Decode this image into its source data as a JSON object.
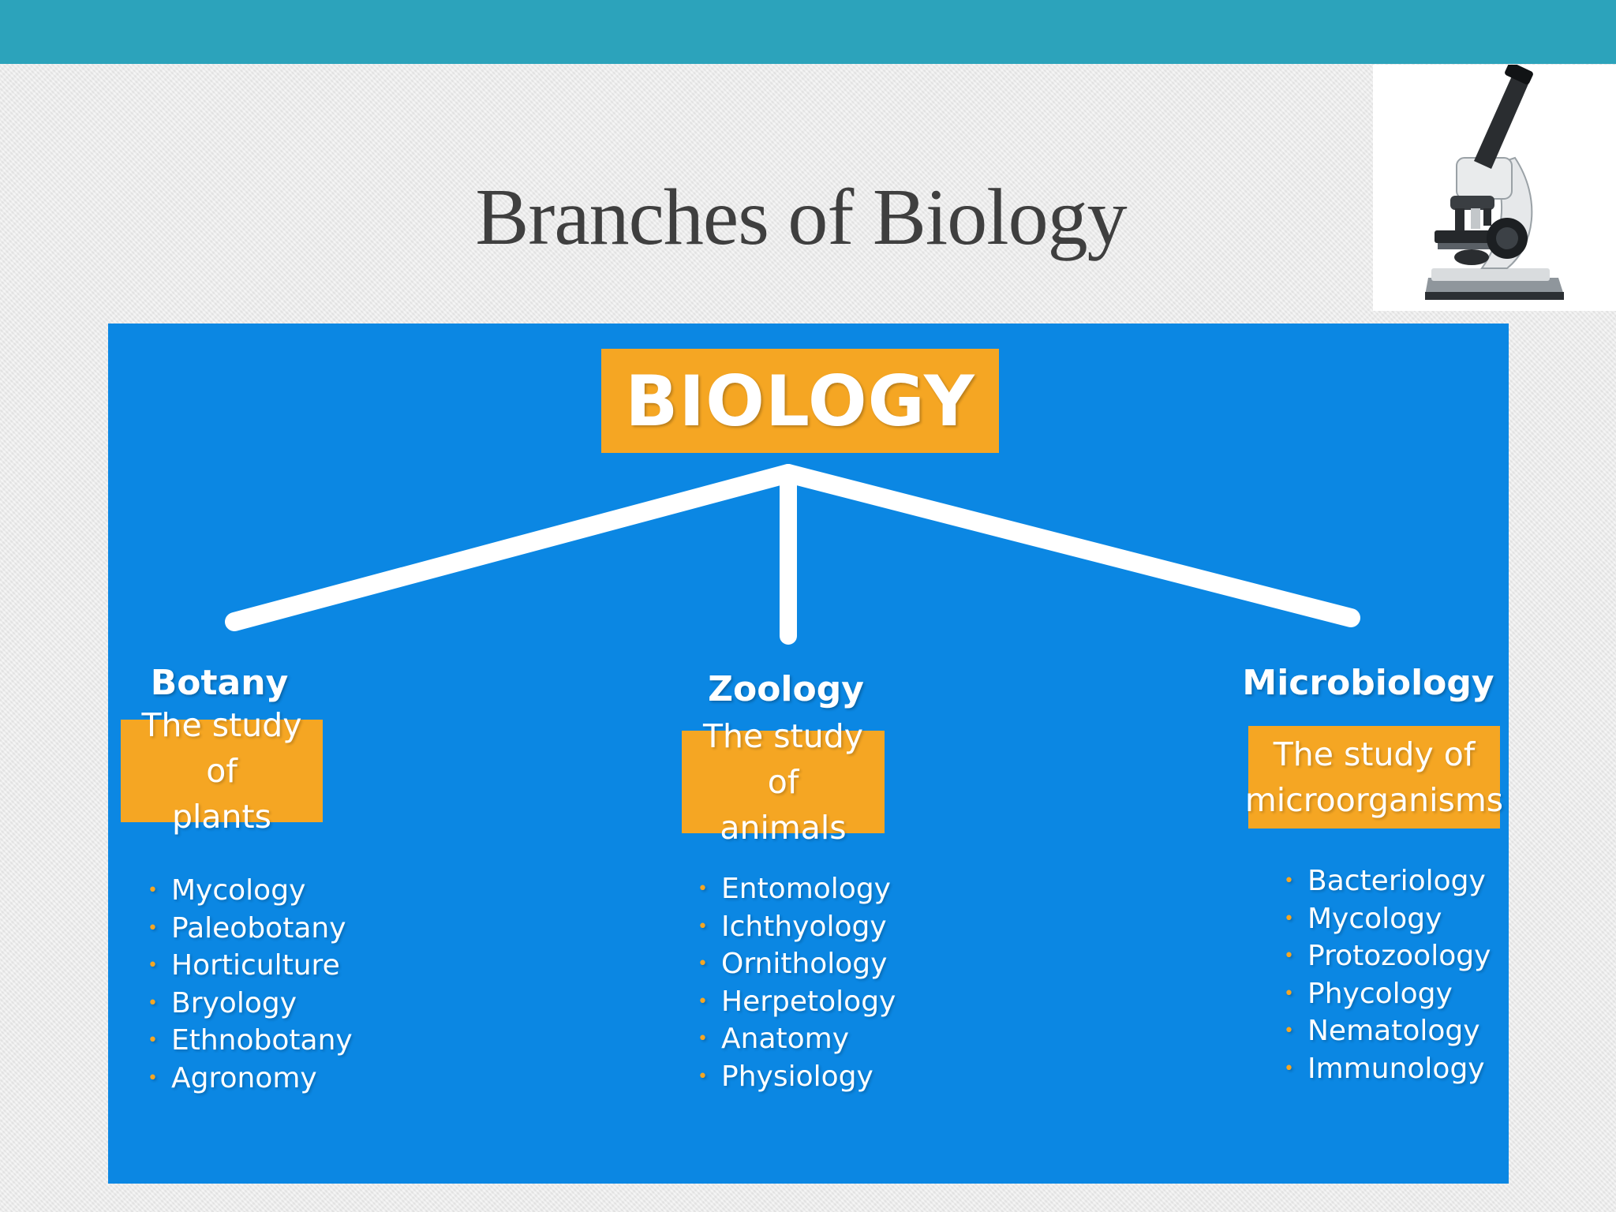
{
  "slide": {
    "title": "Branches of Biology"
  },
  "diagram": {
    "root_label": "BIOLOGY",
    "branches": [
      {
        "name": "Botany",
        "description_lines": [
          "The study of",
          "plants"
        ],
        "subfields": [
          "Mycology",
          "Paleobotany",
          "Horticulture",
          "Bryology",
          "Ethnobotany",
          "Agronomy"
        ]
      },
      {
        "name": "Zoology",
        "description_lines": [
          "The study of",
          "animals"
        ],
        "subfields": [
          "Entomology",
          "Ichthyology",
          "Ornithology",
          "Herpetology",
          "Anatomy",
          "Physiology"
        ]
      },
      {
        "name": "Microbiology",
        "description_lines": [
          "The study of",
          "microorganisms"
        ],
        "subfields": [
          "Bacteriology",
          "Mycology",
          "Protozoology",
          "Phycology",
          "Nematology",
          "Immunology"
        ]
      }
    ]
  },
  "colors": {
    "top_bar": "#2ca3bb",
    "diagram_background": "#0b87e3",
    "box_fill": "#f5a623",
    "text_light": "#ffffff",
    "title_text": "#3f3f3f"
  },
  "icons": {
    "illustration": "microscope-icon",
    "bullet": "•"
  }
}
